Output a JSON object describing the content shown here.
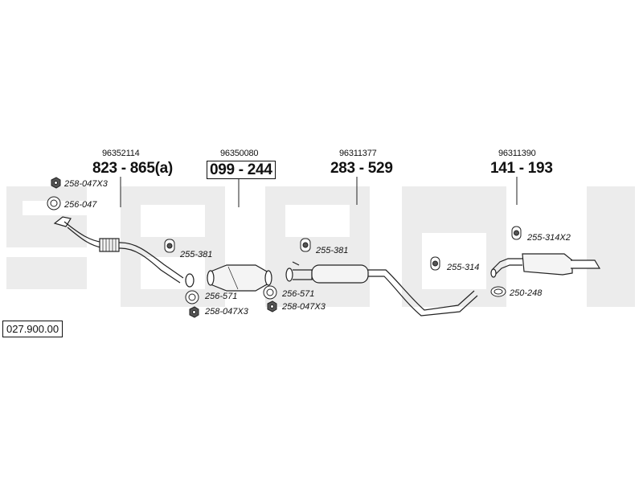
{
  "diagram_code": "027.900.00",
  "sections": [
    {
      "oem": "96352114",
      "part": "823 - 865(a)",
      "boxed": false
    },
    {
      "oem": "96350080",
      "part": "099 - 244",
      "boxed": true
    },
    {
      "oem": "96311377",
      "part": "283 - 529",
      "boxed": false
    },
    {
      "oem": "96311390",
      "part": "141 - 193",
      "boxed": false
    }
  ],
  "accessories": [
    {
      "label": "258-047X3",
      "icon": "nut-icon"
    },
    {
      "label": "256-047",
      "icon": "gasket-icon"
    },
    {
      "label": "255-381",
      "icon": "rubber-mount-icon"
    },
    {
      "label": "256-571",
      "icon": "gasket-icon"
    },
    {
      "label": "258-047X3",
      "icon": "nut-icon"
    },
    {
      "label": "255-381",
      "icon": "rubber-mount-icon"
    },
    {
      "label": "256-571",
      "icon": "gasket-icon"
    },
    {
      "label": "258-047X3",
      "icon": "nut-icon"
    },
    {
      "label": "255-314X2",
      "icon": "rubber-mount-icon"
    },
    {
      "label": "255-314",
      "icon": "rubber-mount-icon"
    },
    {
      "label": "250-248",
      "icon": "clamp-icon"
    }
  ],
  "colors": {
    "watermark": "#ececec",
    "pipe_fill": "#f4f4f4",
    "ink": "#222222"
  }
}
